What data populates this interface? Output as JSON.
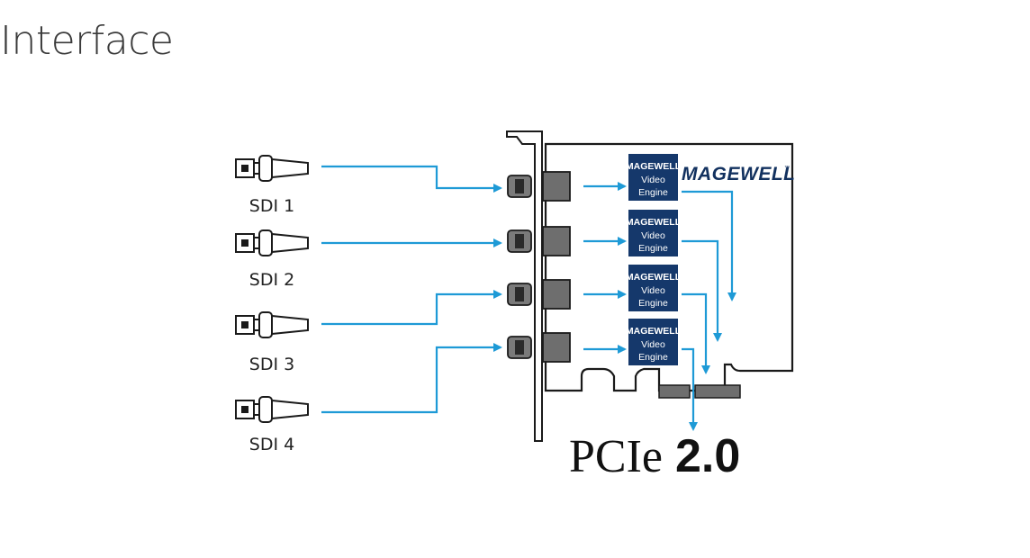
{
  "page": {
    "title": "Interface"
  },
  "inputs": [
    {
      "label": "SDI 1"
    },
    {
      "label": "SDI 2"
    },
    {
      "label": "SDI 3"
    },
    {
      "label": "SDI 4"
    }
  ],
  "card": {
    "brand": "MAGEWELL",
    "trademark": "™",
    "engines": [
      {
        "line1": "MAGEWELL",
        "line2": "Video",
        "line3": "Engine"
      },
      {
        "line1": "MAGEWELL",
        "line2": "Video",
        "line3": "Engine"
      },
      {
        "line1": "MAGEWELL",
        "line2": "Video",
        "line3": "Engine"
      },
      {
        "line1": "MAGEWELL",
        "line2": "Video",
        "line3": "Engine"
      }
    ],
    "bus_name": "PCIe",
    "bus_version": "2.0"
  },
  "colors": {
    "arrow": "#1e9ad6",
    "engine_box": "#15386b",
    "brand": "#12315f",
    "outline": "#1a1a1a",
    "connector": "#6e6e6e"
  }
}
